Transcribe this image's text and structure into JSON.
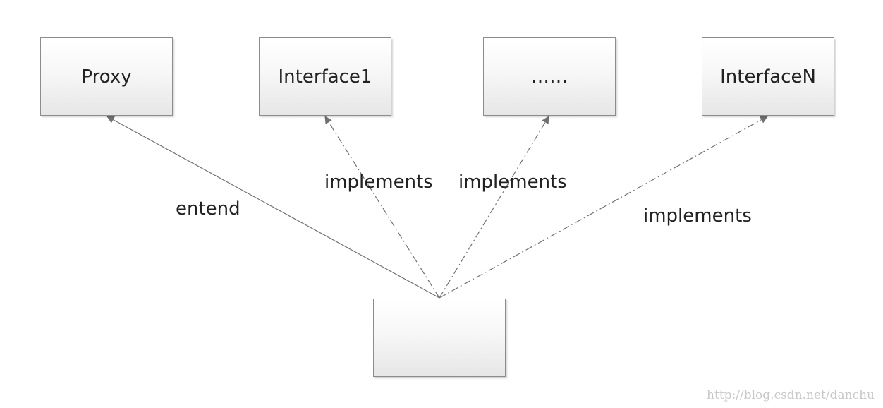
{
  "nodes": {
    "proxy": "Proxy",
    "interface1": "Interface1",
    "ellipsis": "……",
    "interfaceN": "InterfaceN",
    "implementation": ""
  },
  "edges": {
    "extend_label": "entend",
    "implements_1": "implements",
    "implements_2": "implements",
    "implements_n": "implements"
  },
  "watermark": "http://blog.csdn.net/danchu",
  "colors": {
    "line": "#707070",
    "box_border": "#8c8c8c",
    "text": "#222222",
    "watermark": "#c8c8c8"
  }
}
